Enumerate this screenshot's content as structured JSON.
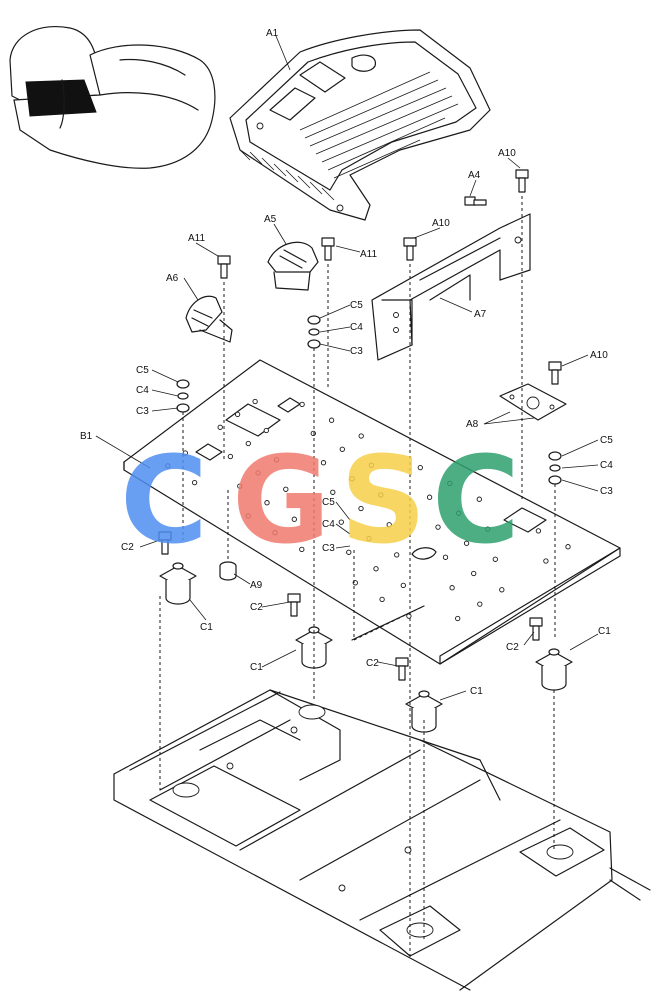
{
  "diagram": {
    "labels": {
      "A1": "A1",
      "A4": "A4",
      "A5": "A5",
      "A6": "A6",
      "A7": "A7",
      "A8": "A8",
      "A9": "A9",
      "A10": "A10",
      "A11": "A11",
      "B1": "B1",
      "C1": "C1",
      "C2": "C2",
      "C3": "C3",
      "C4": "C4",
      "C5": "C5"
    },
    "watermark": {
      "letters": [
        "C",
        "G",
        "S",
        "C"
      ],
      "colors": [
        "#4f8ff0",
        "#f07a6e",
        "#f7cf4a",
        "#2fa06e"
      ]
    }
  }
}
